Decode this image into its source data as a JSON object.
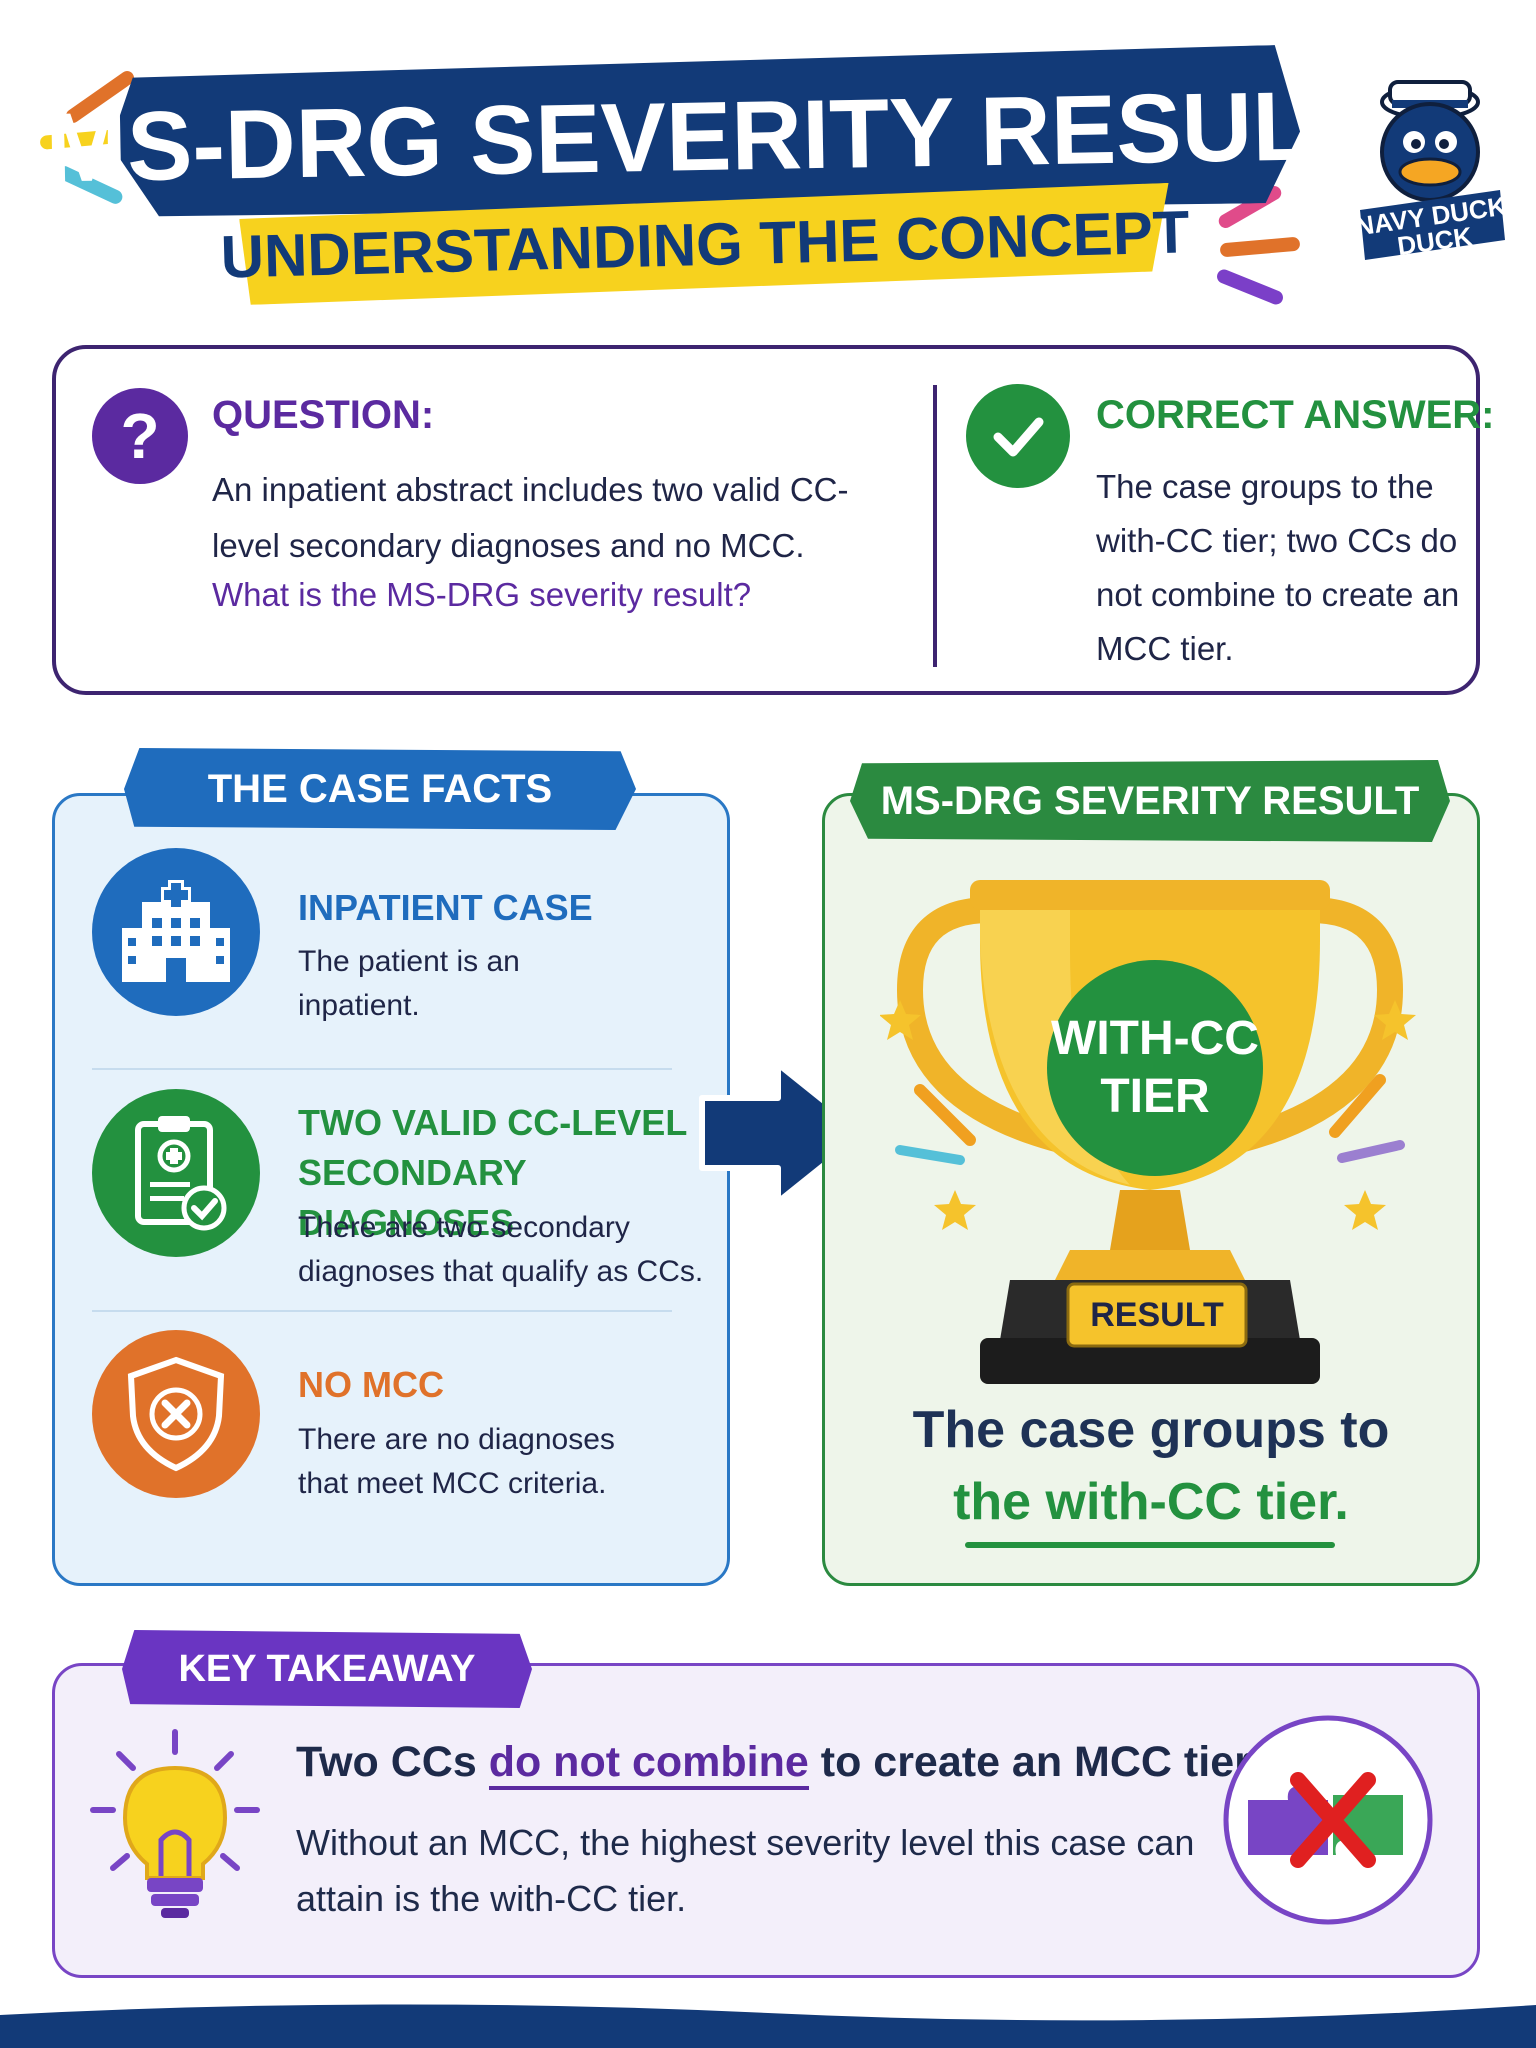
{
  "header": {
    "title": "MS-DRG SEVERITY RESULT",
    "subtitle": "UNDERSTANDING THE CONCEPT",
    "logo_text_line1": "NAVY DUCK",
    "logo_text_line2": "DUCK"
  },
  "question": {
    "label": "QUESTION:",
    "text": "An inpatient abstract includes two valid CC-level secondary diagnoses and no MCC.",
    "ask": "What is the MS-DRG severity result?",
    "icon": "question-mark-icon"
  },
  "answer": {
    "label": "CORRECT ANSWER:",
    "text": "The case groups to the with-CC tier; two CCs do not combine to create an MCC tier.",
    "icon": "checkmark-icon"
  },
  "case_facts": {
    "tag": "THE CASE FACTS",
    "items": [
      {
        "title": "INPATIENT CASE",
        "body": "The patient is an inpatient.",
        "icon": "hospital-icon",
        "color": "#1f6cbd"
      },
      {
        "title": "TWO VALID CC-LEVEL SECONDARY DIAGNOSES",
        "body": "There are two secondary diagnoses that qualify as CCs.",
        "icon": "clipboard-check-icon",
        "color": "#23913f"
      },
      {
        "title": "NO MCC",
        "body": "There are no diagnoses that meet MCC criteria.",
        "icon": "shield-x-icon",
        "color": "#e0722a"
      }
    ]
  },
  "result": {
    "tag": "MS-DRG SEVERITY RESULT",
    "trophy_line1": "WITH-CC",
    "trophy_line2": "TIER",
    "badge": "RESULT",
    "line1": "The case groups to",
    "line2": "the with-CC tier."
  },
  "takeaway": {
    "tag": "KEY TAKEAWAY",
    "main_before": "Two CCs ",
    "main_emph": "do not combine",
    "main_after": " to create an MCC tier.",
    "body": "Without an MCC, the highest severity level this case can attain is the with-CC tier.",
    "icon": "lightbulb-icon",
    "puzzle_icon": "puzzle-x-icon"
  },
  "colors": {
    "navy": "#123a78",
    "yellow": "#f7d21e",
    "purple": "#5b2aa0",
    "green": "#23913f",
    "blue": "#1f6cbd",
    "orange": "#e0722a"
  }
}
